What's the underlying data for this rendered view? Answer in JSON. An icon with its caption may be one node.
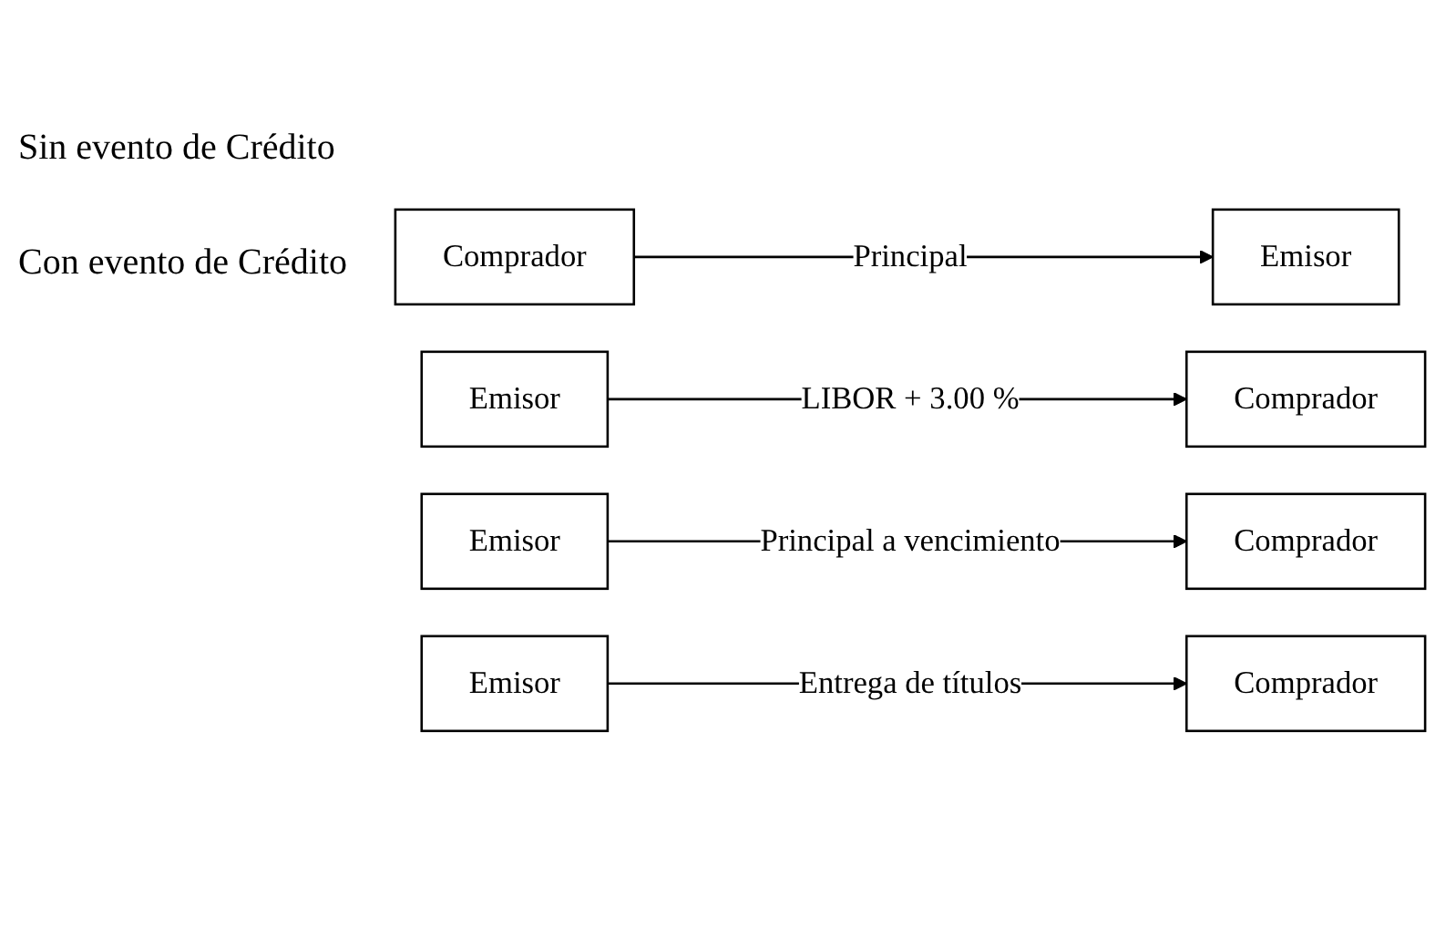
{
  "diagram": {
    "nodes": [
      {
        "text": [
          "Comprador"
        ]
      },
      {
        "text": [
          "Emisor"
        ]
      },
      {
        "text": [
          "Comprador"
        ]
      },
      {
        "text": [
          "Emisor"
        ]
      },
      {
        "text": [
          "Comprador"
        ]
      },
      {
        "text": [
          "Emisor"
        ]
      },
      {
        "text": [
          "Comprador"
        ]
      },
      {
        "text": [
          "Emisor"
        ]
      }
    ],
    "edges": [
      {
        "from": 0,
        "to": 1,
        "arrow": "to",
        "label": "Principal"
      },
      {
        "from": 3,
        "to": 2,
        "arrow": "to",
        "label": "LIBOR + 3.00 %"
      },
      {
        "from": 5,
        "to": 4,
        "arrow": "to",
        "label": "Principal a vencimiento"
      },
      {
        "from": 7,
        "to": 6,
        "arrow": "to",
        "label": "Entrega de títulos"
      }
    ],
    "labels": [
      "Sin evento de Crédito",
      "Con evento de Crédito"
    ]
  }
}
